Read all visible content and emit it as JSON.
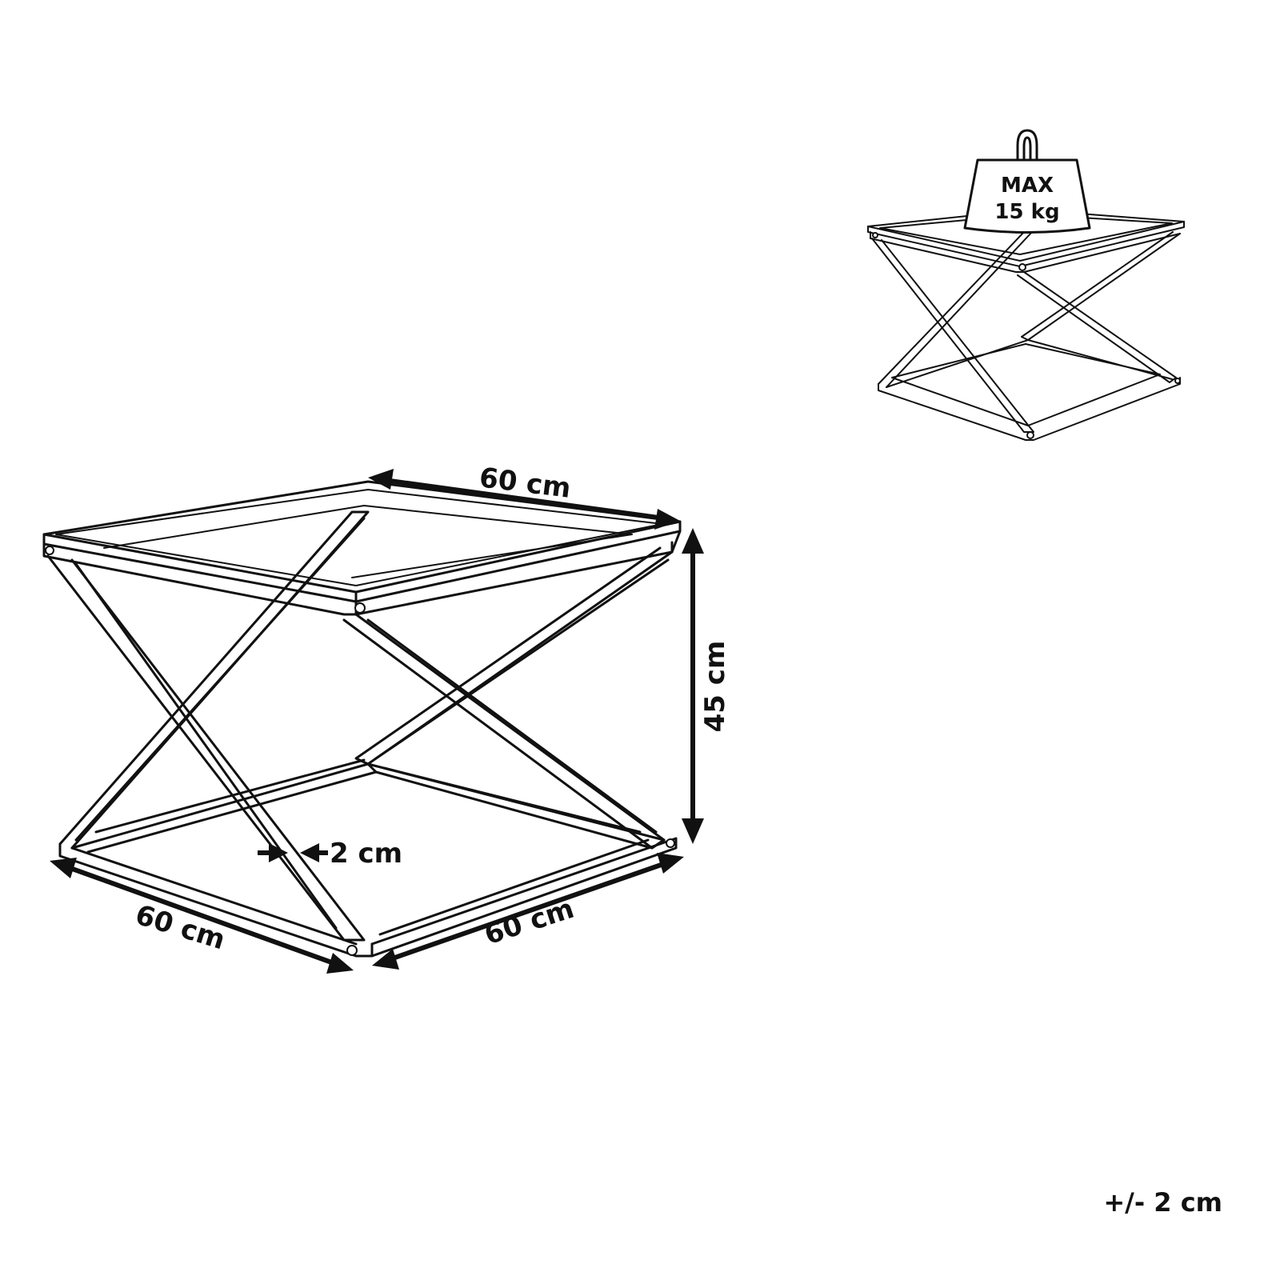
{
  "labels": {
    "top_width": "60 cm",
    "height": "45 cm",
    "front_left": "60 cm",
    "front_right": "60 cm",
    "leg_thickness": "2 cm",
    "max_label": "MAX",
    "max_load": "15 kg",
    "tolerance": "+/- 2 cm"
  },
  "colors": {
    "ink": "#111111",
    "background": "#ffffff"
  }
}
